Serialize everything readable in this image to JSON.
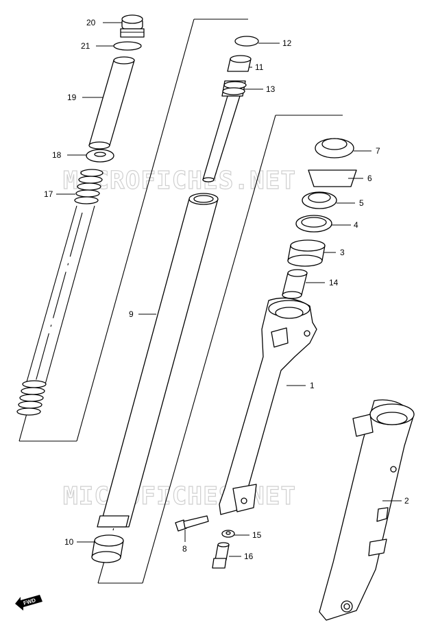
{
  "watermark": "MICROFICHES.NET",
  "fwd_label": "FWD",
  "callouts": [
    "20",
    "21",
    "19",
    "18",
    "17",
    "9",
    "10",
    "12",
    "11",
    "13",
    "7",
    "6",
    "5",
    "4",
    "3",
    "14",
    "1",
    "2",
    "8",
    "15",
    "16"
  ]
}
